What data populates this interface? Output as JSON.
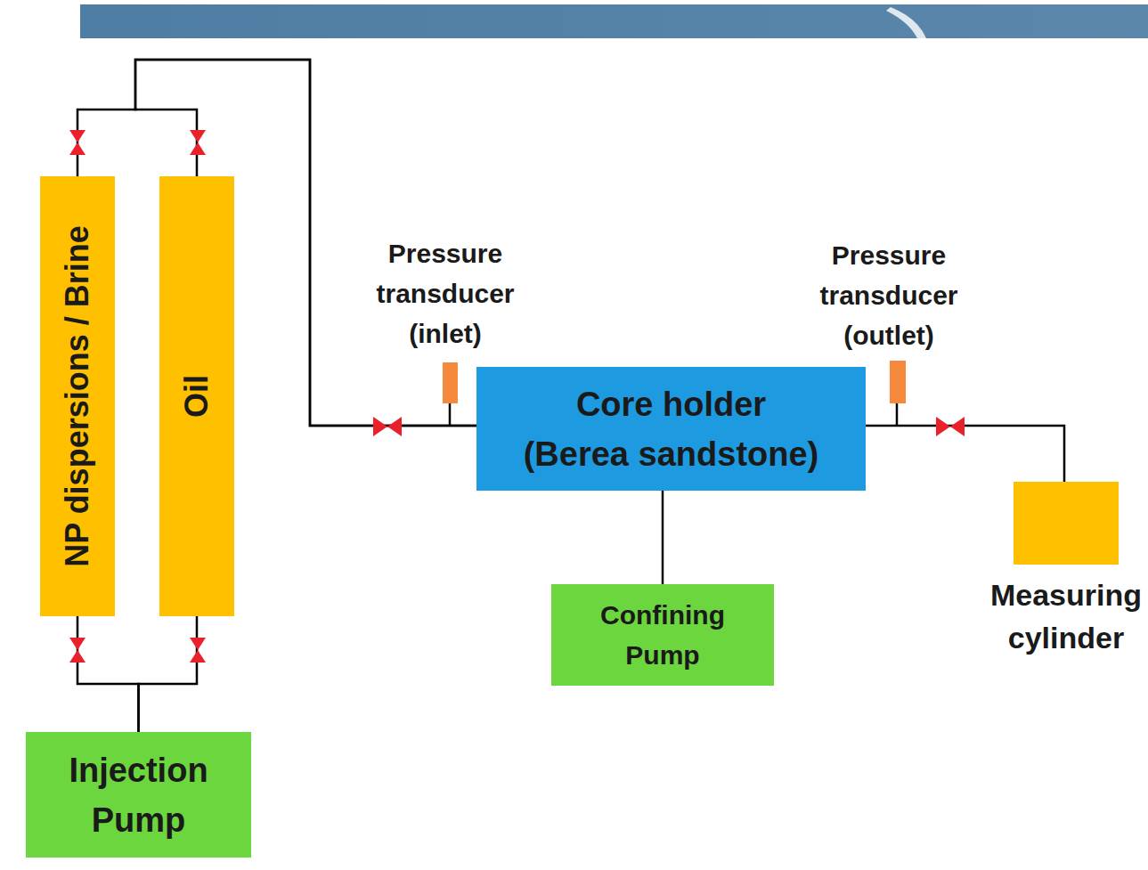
{
  "diagram": {
    "nodes": [
      {
        "text": [
          "NP dispersions / Brine"
        ]
      },
      {
        "text": [
          "Oil"
        ]
      },
      {
        "text": [
          "Injection Pump"
        ]
      },
      {
        "text": [
          "Core holder",
          "(Berea sandstone)"
        ]
      },
      {
        "text": [
          "Confining Pump"
        ]
      },
      {
        "text": [
          "Measuring cylinder"
        ]
      }
    ],
    "edges": [
      {
        "from": 2,
        "to": 0,
        "arrow": "none"
      },
      {
        "from": 2,
        "to": 1,
        "arrow": "none"
      },
      {
        "from": 0,
        "to": 3,
        "arrow": "none"
      },
      {
        "from": 1,
        "to": 3,
        "arrow": "none"
      },
      {
        "from": 4,
        "to": 3,
        "arrow": "none"
      },
      {
        "from": 3,
        "to": 5,
        "arrow": "none"
      }
    ],
    "labels": [
      "Pressure transducer (inlet)",
      "Pressure transducer (outlet)"
    ]
  }
}
